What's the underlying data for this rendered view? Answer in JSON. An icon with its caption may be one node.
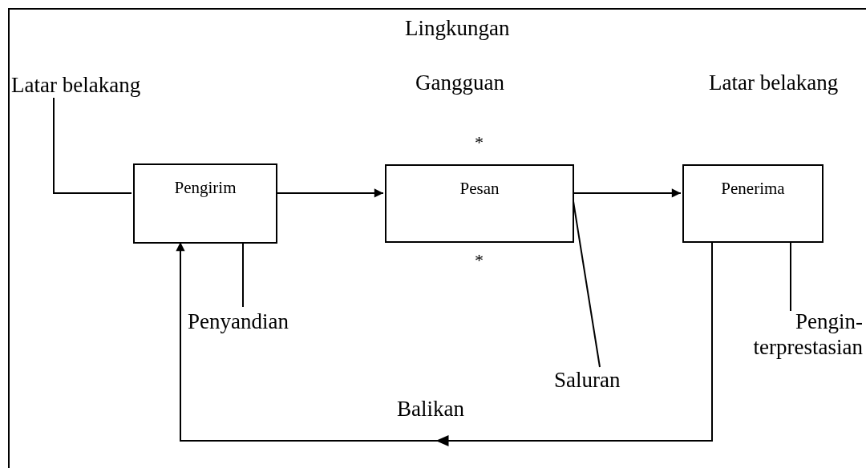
{
  "diagram": {
    "nodes": [
      {
        "text": [
          "Lingkungan"
        ]
      },
      {
        "text": [
          "Latar belakang"
        ],
        "in": 0
      },
      {
        "text": [
          "Pengirim"
        ],
        "in": 0
      },
      {
        "text": [
          "Pesan"
        ],
        "in": 0
      },
      {
        "text": [
          "Penerima"
        ],
        "in": 0
      },
      {
        "text": [
          "Penyandian"
        ],
        "in": 0
      },
      {
        "text": [
          "Saluran"
        ],
        "in": 0
      },
      {
        "text": [
          "Pengin- terprestasian"
        ],
        "in": 0
      }
    ],
    "edges": [
      {
        "from": 1,
        "to": 2,
        "arrow": "none"
      },
      {
        "from": 2,
        "to": 3,
        "arrow": "to"
      },
      {
        "from": 3,
        "to": 4,
        "arrow": "to"
      },
      {
        "from": 4,
        "to": 2,
        "arrow": "to",
        "label": "Balikan"
      },
      {
        "from": 5,
        "to": 2,
        "arrow": "none"
      },
      {
        "from": 6,
        "to": 3,
        "arrow": "none"
      },
      {
        "from": 7,
        "to": 4,
        "arrow": "none"
      }
    ],
    "labels": [
      "Gangguan",
      "Latar belakang",
      "*",
      "*"
    ]
  }
}
